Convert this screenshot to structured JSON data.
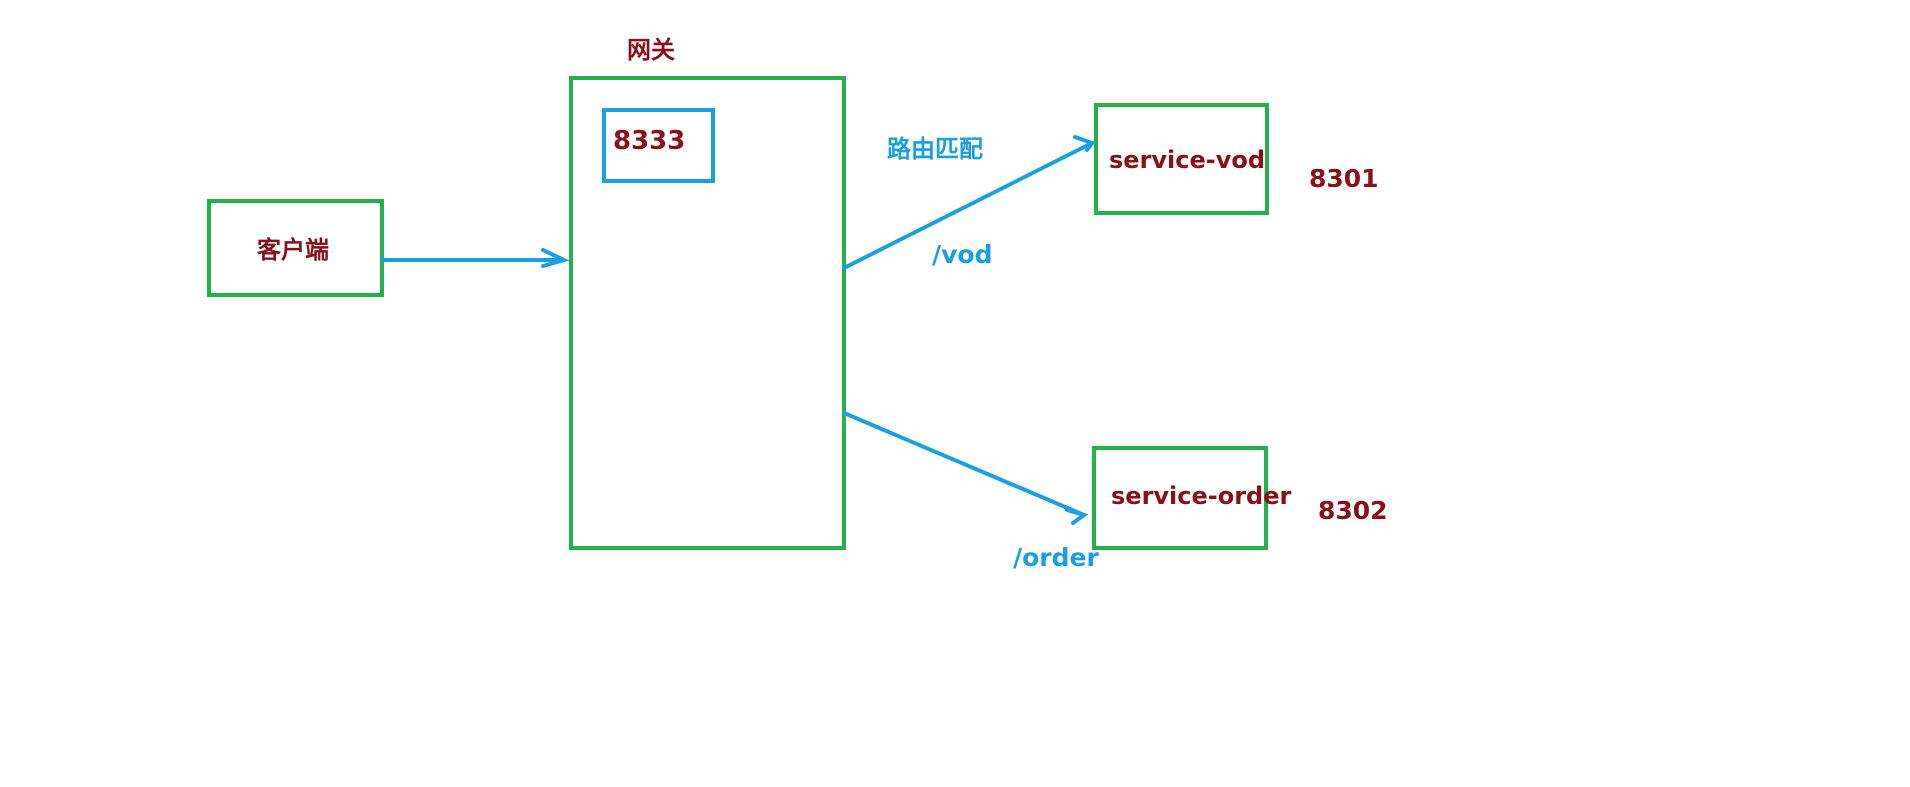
{
  "colors": {
    "box_stroke": "#22b14c",
    "port_box_stroke": "#1aa0e0",
    "arrow": "#1aa0e0",
    "dark_text": "#8b0f1a",
    "route_text": "#1aa0e0",
    "background": "#ffffff"
  },
  "client": {
    "label": "客户端"
  },
  "gateway": {
    "title": "网关",
    "port": "8333",
    "routing_label": "路由匹配"
  },
  "routes": [
    {
      "path": "/vod",
      "service": "service-vod",
      "port": "8301"
    },
    {
      "path": "/order",
      "service": "service-order",
      "port": "8302"
    }
  ]
}
